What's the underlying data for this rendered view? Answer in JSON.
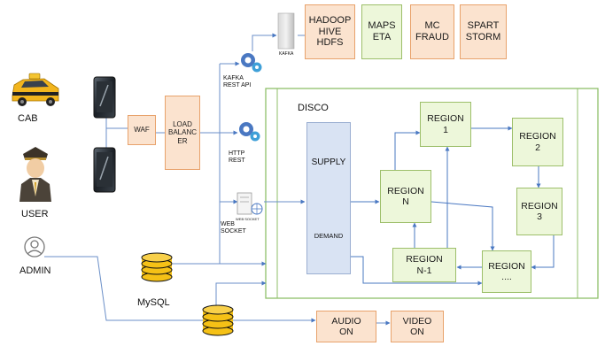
{
  "actors": {
    "cab": "CAB",
    "user": "USER",
    "admin": "ADMIN"
  },
  "edge": {
    "waf": "WAF",
    "load_balancer": "LOAD\nBALANC\nER"
  },
  "apis": {
    "kafka_rest": "KAFKA\nREST API",
    "http_rest": "HTTP\nREST",
    "web_socket": "WEB\nSOCKET",
    "web_socket_icon_caption": "WEB SOCKET"
  },
  "pipeline": {
    "kafka": "KAFKA",
    "stores": [
      "HADOOP\nHIVE\nHDFS",
      "MAPS\nETA",
      "MC\nFRAUD",
      "SPART\nSTORM"
    ]
  },
  "disco": {
    "title": "DISCO",
    "supply": "SUPPLY",
    "demand": "DEMAND",
    "regions": {
      "r1": "REGION\n1",
      "r2": "REGION\n2",
      "r3": "REGION\n3",
      "rn": "REGION\nN",
      "rn1": "REGION\nN-1",
      "rdots": "REGION\n...."
    }
  },
  "databases": {
    "mysql": "MySQL"
  },
  "media": {
    "audio": "AUDIO\nON",
    "video": "VIDEO\nON"
  },
  "colors": {
    "arrow": "#4a78c2",
    "peach_fill": "#fbe3cf",
    "green_fill": "#edf7da",
    "supply_fill": "#d9e3f3",
    "db_yellow": "#f5c116"
  }
}
